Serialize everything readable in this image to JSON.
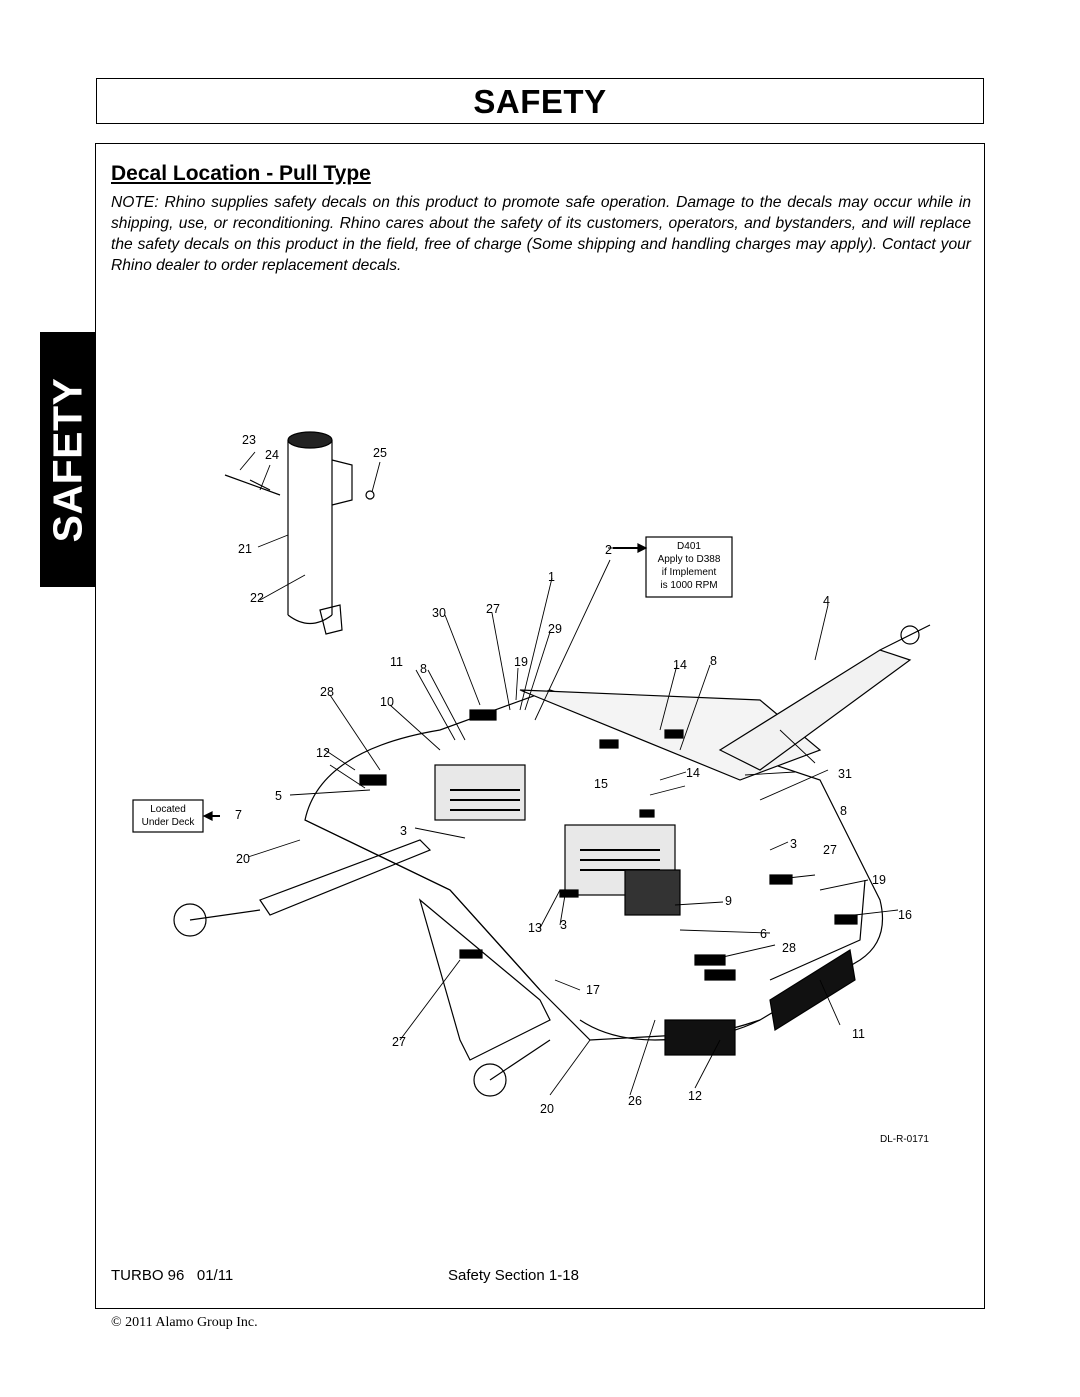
{
  "header": {
    "title": "SAFETY"
  },
  "side_tab": {
    "label": "SAFETY"
  },
  "section": {
    "title": "Decal Location - Pull Type",
    "note_label": "NOTE:",
    "note_text": "Rhino supplies safety decals on this product to promote safe operation. Damage to the decals may occur while in shipping, use, or reconditioning. Rhino cares about the safety of its customers, operators, and bystanders, and will replace the safety decals on this product in the field, free of charge (Some shipping and handling charges may apply). Contact your Rhino dealer to order replacement decals."
  },
  "diagram": {
    "callouts": {
      "c1": "1",
      "c2": "2",
      "c3a": "3",
      "c3b": "3",
      "c3c": "3",
      "c4": "4",
      "c5": "5",
      "c6": "6",
      "c7": "7",
      "c8a": "8",
      "c8b": "8",
      "c8c": "8",
      "c9": "9",
      "c10": "10",
      "c11a": "11",
      "c11b": "11",
      "c12a": "12",
      "c12b": "12",
      "c13": "13",
      "c14a": "14",
      "c14b": "14",
      "c15": "15",
      "c16": "16",
      "c17": "17",
      "c19a": "19",
      "c19b": "19",
      "c20a": "20",
      "c20b": "20",
      "c21": "21",
      "c22": "22",
      "c23": "23",
      "c24": "24",
      "c25": "25",
      "c26": "26",
      "c27a": "27",
      "c27b": "27",
      "c27c": "27",
      "c28a": "28",
      "c28b": "28",
      "c29": "29",
      "c30": "30",
      "c31": "31"
    },
    "decal_box": {
      "line1": "D401",
      "line2": "Apply to D388",
      "line3": "if Implement",
      "line4": "is 1000 RPM"
    },
    "located_box": {
      "line1": "Located",
      "line2": "Under Deck"
    },
    "drawing_code": "DL-R-0171"
  },
  "footer": {
    "model": "TURBO 96   01/11",
    "page": "Safety Section 1-18",
    "copyright": "© 2011 Alamo Group Inc."
  }
}
